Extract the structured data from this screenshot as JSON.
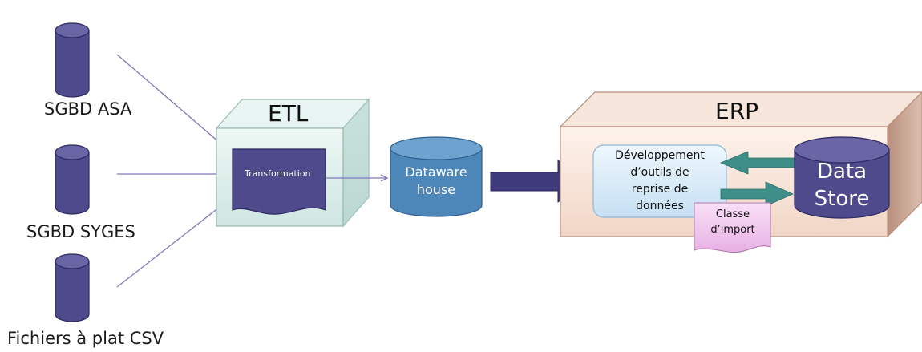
{
  "sources": [
    {
      "label": "SGBD ASA"
    },
    {
      "label": "SGBD SYGES"
    },
    {
      "label": "Fichiers à plat CSV"
    }
  ],
  "etl": {
    "title": "ETL",
    "process": "Transformation"
  },
  "datawarehouse": {
    "line1": "Dataware",
    "line2": "house"
  },
  "erp": {
    "title": "ERP",
    "dev_box": [
      "Développement",
      "d’outils de",
      "reprise de",
      "données"
    ],
    "import_class": [
      "Classe",
      "d’import"
    ],
    "data_store": [
      "Data",
      "Store"
    ]
  },
  "colors": {
    "cylinder_fill": "#4e4a8c",
    "cylinder_stroke": "#2c2960",
    "arrow_line": "#7f79b8",
    "etl_cube_face": "#dff0ec",
    "etl_cube_side": "#a9cdc6",
    "dwh_fill": "#4d86b8",
    "erp_face": "#f8e6da",
    "erp_side": "#c9a28e",
    "dev_box_fill": "#d9ebf8",
    "teal_arrow": "#3f8f88",
    "import_fill": "#f1c4ef",
    "big_arrow": "#3f3a7c"
  }
}
